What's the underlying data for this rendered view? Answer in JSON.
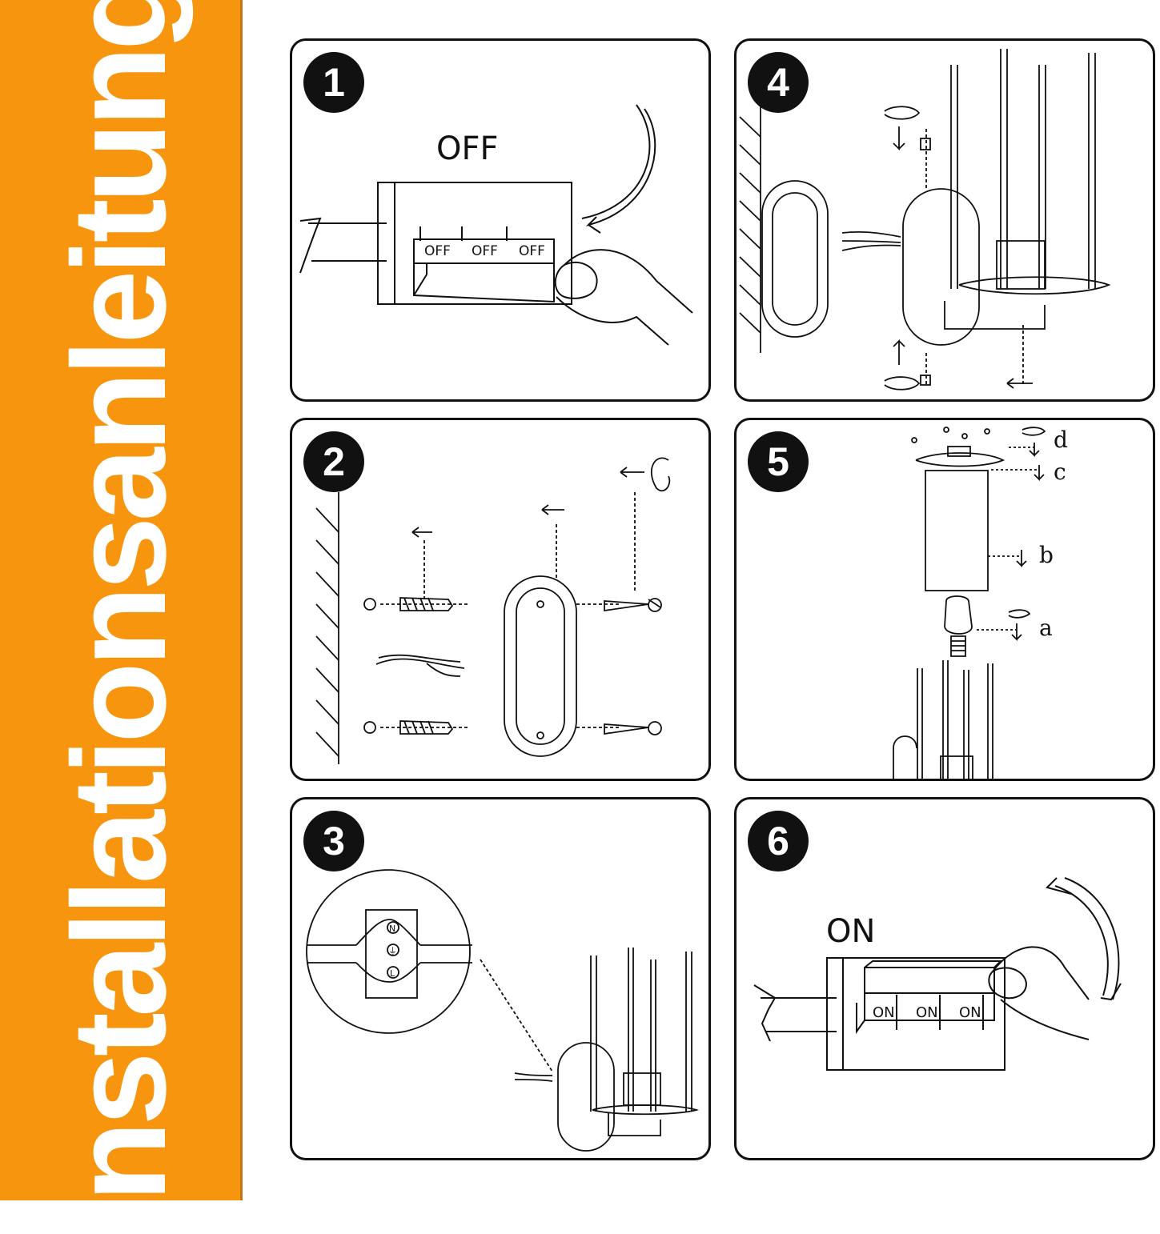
{
  "sidebar": {
    "title": "Installationsanleitung",
    "color": "#f7950e"
  },
  "steps": [
    {
      "number": "1",
      "word": "OFF",
      "switch_labels": [
        "OFF",
        "OFF",
        "OFF"
      ]
    },
    {
      "number": "2"
    },
    {
      "number": "3",
      "terminals": [
        "N",
        "⏚",
        "L"
      ]
    },
    {
      "number": "4"
    },
    {
      "number": "5",
      "parts": [
        "d",
        "c",
        "b",
        "a"
      ]
    },
    {
      "number": "6",
      "word": "ON",
      "switch_labels": [
        "ON",
        "ON",
        "ON"
      ]
    }
  ]
}
